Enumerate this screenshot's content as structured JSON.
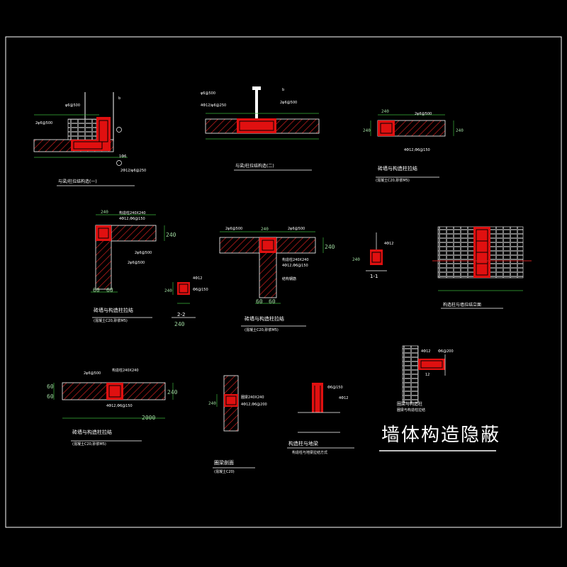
{
  "sheet_title": "墙体构造隐蔽",
  "colors": {
    "background": "#000000",
    "frame": "#ffffff",
    "concrete_fill": "#e01010",
    "hatch": "#d02020",
    "dimension": "#3cb43c",
    "text": "#ffffff"
  },
  "details": {
    "d1": {
      "title": "与梁/柱拉结构造(一)",
      "labels": [
        "φ6@500",
        "b",
        "2φ6@500",
        "2Φ12/φ6@250",
        "1Φ6"
      ]
    },
    "d2": {
      "title": "与梁/柱拉结构造(二)",
      "labels": [
        "b",
        "2φ6@500",
        "φ6@500",
        "4Φ12/φ6@250"
      ]
    },
    "d3": {
      "title": "砖墙与构造柱拉结",
      "note": "(混凝土C20,砂浆M5)",
      "dims": [
        "240",
        "240",
        "240"
      ],
      "labels": [
        "2φ6@500",
        "4Φ12,Φ6@150"
      ]
    },
    "d4": {
      "title": "砖墙与构造柱拉结",
      "note": "(混凝土C20,砂浆M5)",
      "dims": [
        "240",
        "240",
        "60",
        "60"
      ],
      "labels": [
        "构造柱240X240",
        "4Φ12,Φ6@150",
        "2φ6@500",
        "2φ6@500"
      ]
    },
    "d5": {
      "title": "砖墙与构造柱拉结",
      "note": "(混凝土C20,砂浆M5)",
      "dims": [
        "240",
        "240",
        "60",
        "60"
      ],
      "labels": [
        "构造柱240X240",
        "4Φ12,Φ6@150",
        "2φ6@500",
        "2φ6@500",
        "结构钢筋"
      ]
    },
    "s22": {
      "title": "2-2",
      "dims": [
        "240",
        "240"
      ],
      "labels": [
        "4Φ12",
        "Φ6@150"
      ]
    },
    "s11": {
      "title": "1-1",
      "dims": [
        "240"
      ],
      "labels": [
        "4Φ12"
      ]
    },
    "d6": {
      "title": "构造柱与墙拉结立面",
      "labels": []
    },
    "d7": {
      "title": "砖墙与构造柱拉结",
      "note": "(混凝土C20,砂浆M5)",
      "dims": [
        "240",
        "60",
        "60"
      ],
      "labels": [
        "2φ6@500",
        "构造柱240X240",
        "4Φ12,Φ6@150",
        "2000"
      ]
    },
    "d8": {
      "title": "圈梁剖面",
      "note": "(混凝土C20)",
      "dims": [
        "240"
      ],
      "labels": [
        "圈梁240X240",
        "4Φ12,Φ6@200"
      ]
    },
    "d9": {
      "title": "构造柱与地梁",
      "note": "构造柱与地梁拉结方式",
      "labels": [
        "Φ6@150",
        "4Φ12"
      ]
    },
    "d10": {
      "title": "圈梁与构造柱",
      "note": "圈梁与构造柱拉结",
      "labels": [
        "4Φ12",
        "Φ6@200",
        "12"
      ]
    }
  }
}
